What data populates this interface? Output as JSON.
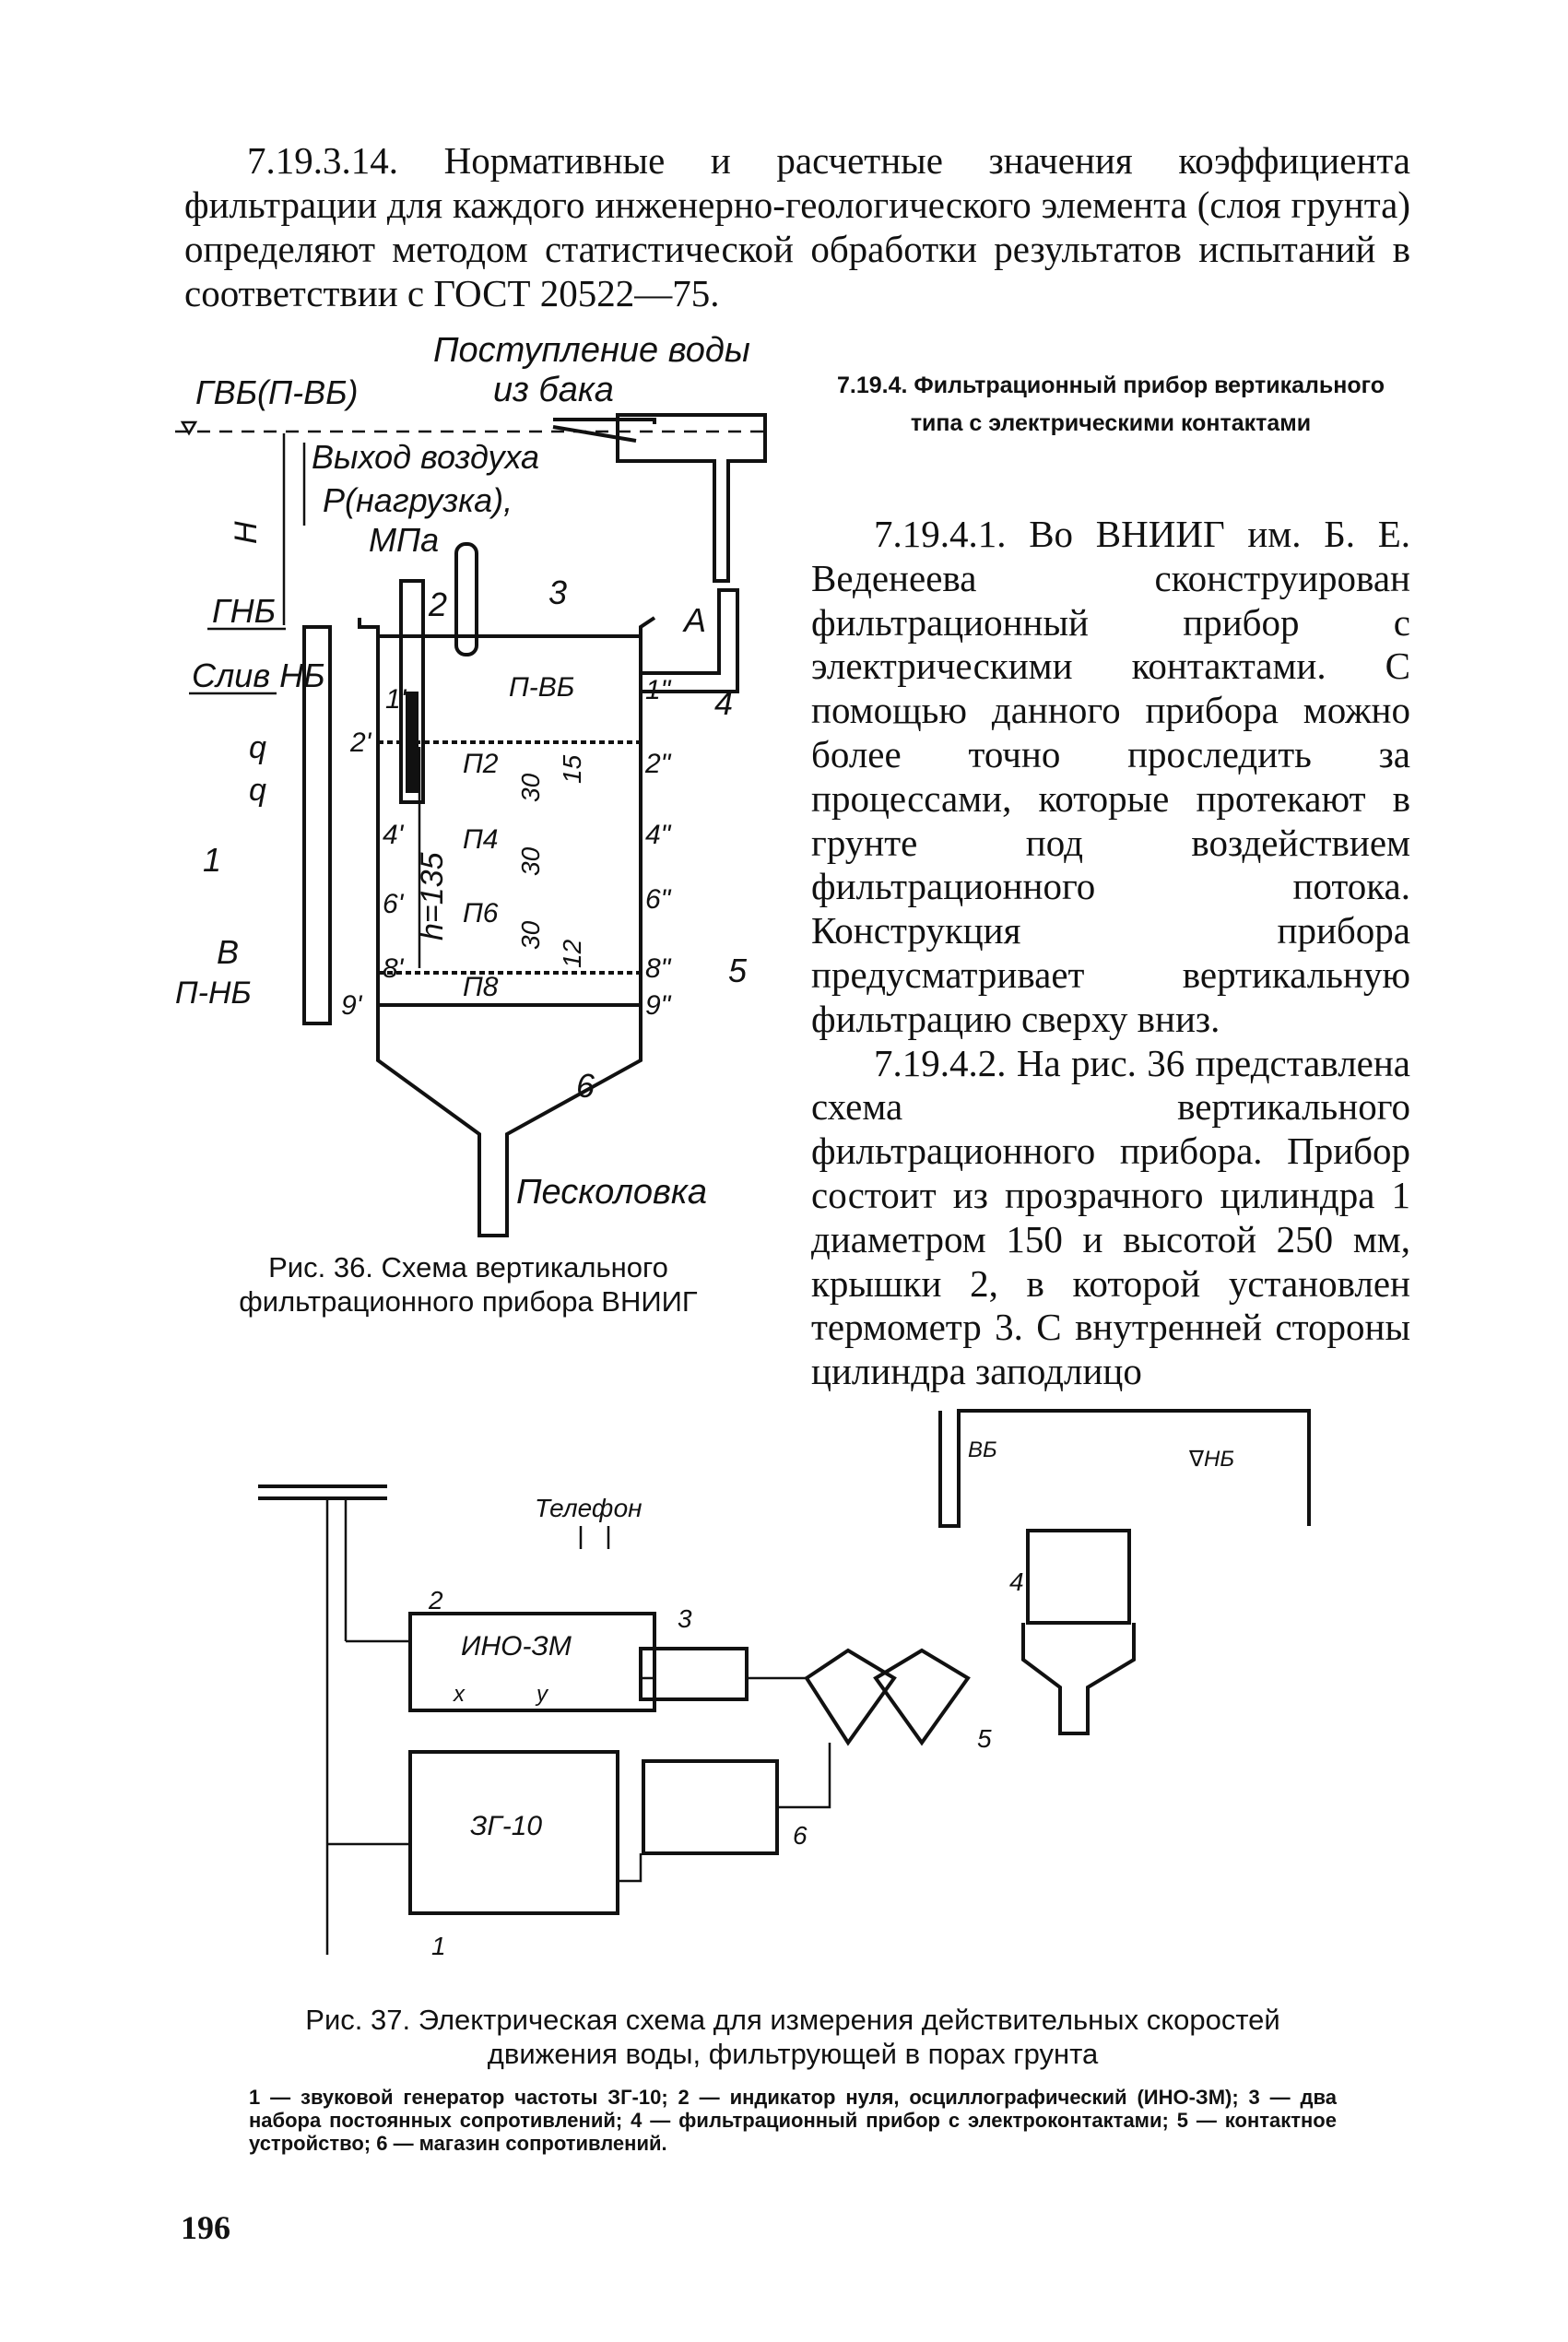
{
  "intro_paragraph": "7.19.3.14. Нормативные и расчетные значения коэффициента фильтрации для каждого инженерно-геологического элемента (слоя грунта) определяют методом статистической обработки результатов испытаний в соответствии с ГОСТ 20522—75.",
  "section_title": "7.19.4. Фильтрационный прибор вертикального типа с электрическими контактами",
  "para_1": "7.19.4.1. Во ВНИИГ им. Б. Е. Веденеева сконструирован фильтрационный прибор с электрическими контактами. С помощью данного прибора можно более точно проследить за процессами, которые протекают в грунте под воздействием фильтрационного потока. Конструкция прибора предусматривает вертикальную фильтрацию сверху вниз.",
  "para_2": "7.19.4.2. На рис. 36 представлена схема вертикального фильтрационного прибора. Прибор состоит из прозрачного цилиндра 1 диаметром 150 и высотой 250 мм, крышки 2, в которой установлен термометр 3. С внутренней стороны цилиндра заподлицо",
  "figure36": {
    "caption": "Рис. 36. Схема вертикального фильтрационного прибора ВНИИГ",
    "labels": {
      "water_in_1": "Поступление воды",
      "water_in_2": "из бака",
      "gvb": "ГВБ(П-ВБ)",
      "air_out_1": "Выход воздуха",
      "air_out_2": "Р(нагрузка),",
      "air_out_3": "МПа",
      "h": "Н",
      "gnb": "ГНБ",
      "sliv": "Слив НБ",
      "q1": "q",
      "q2": "q",
      "n1": "1",
      "n2": "2",
      "n3": "3",
      "n4": "4",
      "n5": "5",
      "n6": "6",
      "a": "А",
      "b": "В",
      "pvb": "П-ВБ",
      "pnb": "П-НБ",
      "h135": "h=135",
      "p2": "П2",
      "p4": "П4",
      "p6": "П6",
      "p8": "П8",
      "d30a": "30",
      "d30b": "30",
      "d30c": "30",
      "d15": "15",
      "d12": "12",
      "pt1": "1'",
      "pt1b": "1\"",
      "pt2": "2'",
      "pt2b": "2\"",
      "pt4": "4'",
      "pt4b": "4\"",
      "pt6": "6'",
      "pt6b": "6\"",
      "pt8": "8'",
      "pt8b": "8\"",
      "pt9": "9'",
      "pt9b": "9\"",
      "sand": "Песколовка"
    }
  },
  "figure37": {
    "caption": "Рис. 37. Электрическая схема для измерения действительных скоростей движения воды, фильтрующей в порах грунта",
    "legend": "1 — звуковой генератор частоты ЗГ-10; 2 — индикатор нуля, осциллографический (ИНО-ЗМ); 3 — два набора постоянных сопротивлений; 4 — фильтрационный прибор с электроконтактами; 5 — контактное устройство; 6 — магазин сопротивлений.",
    "labels": {
      "phone": "Телефон",
      "ino": "ИНО-ЗМ",
      "zg": "ЗГ-10",
      "x": "х",
      "y": "у",
      "vb": "ВБ",
      "vnb": "∇НБ",
      "n1": "1",
      "n2": "2",
      "n3": "3",
      "n4": "4",
      "n5": "5",
      "n6": "6"
    }
  },
  "page_number": "196"
}
